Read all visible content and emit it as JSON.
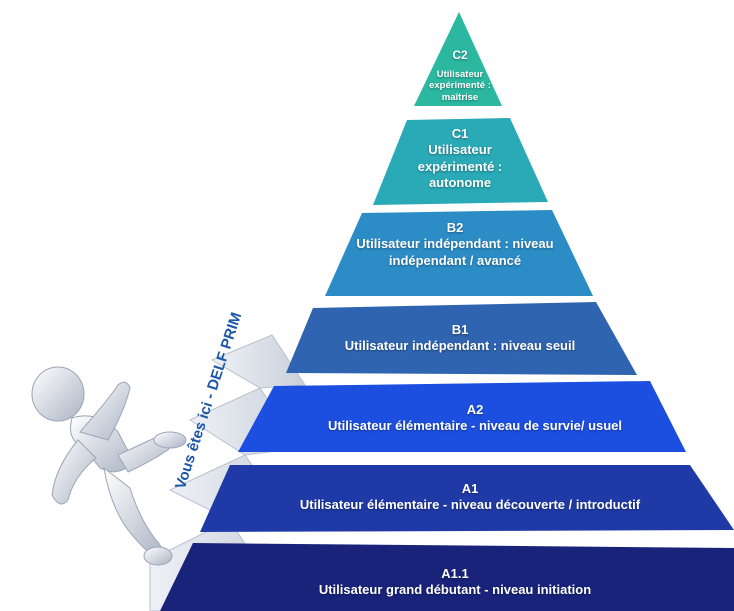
{
  "tiers": [
    {
      "code": "C2",
      "description": "Utilisateur expérimenté : maîtrise",
      "color": "#2bb7a0"
    },
    {
      "code": "C1",
      "description": "Utilisateur expérimenté : autonome",
      "color": "#2aa9b7"
    },
    {
      "code": "B2",
      "description": "Utilisateur indépendant : niveau indépendant / avancé",
      "color": "#2b8cc6"
    },
    {
      "code": "B1",
      "description": "Utilisateur indépendant : niveau seuil",
      "color": "#2f64b0"
    },
    {
      "code": "A2",
      "description": "Utilisateur élémentaire - niveau de survie/ usuel",
      "color": "#1c4fe0"
    },
    {
      "code": "A1",
      "description": "Utilisateur élémentaire - niveau découverte / introductif",
      "color": "#1f3aa6"
    },
    {
      "code": "A1.1",
      "description": "Utilisateur grand débutant - niveau initiation",
      "color": "#19237a"
    }
  ],
  "marker": {
    "label": "Vous êtes ici - DELF PRIM"
  }
}
